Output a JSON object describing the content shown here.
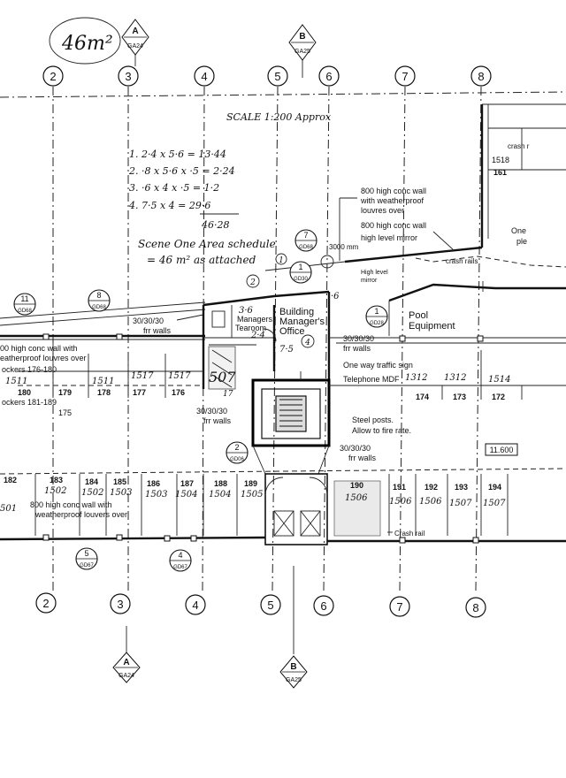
{
  "grids": [
    "2",
    "3",
    "4",
    "5",
    "6",
    "7",
    "8"
  ],
  "section_markers": [
    {
      "letter": "A",
      "sheet": "GA24"
    },
    {
      "letter": "B",
      "sheet": "GA25"
    }
  ],
  "handwritten": {
    "area_corner": "46m²",
    "scale_note": "SCALE 1:200  Approx",
    "calcs": [
      "1. 2·4 x 5·6 = 13·44",
      "2. ·8 x 5·6 x ·5 = 2·24",
      "3. ·6 x 4 x ·5 = 1·2",
      "4. 7·5 x 4 = 29·6"
    ],
    "total": "46·28",
    "schedule_line1": "Scene One Area schedule",
    "schedule_line2": "= 46 m² as attached",
    "circled_num": "1",
    "mark_2": "2",
    "mark_4": "4",
    "dim_36": "3·6",
    "dim_24": "2·4",
    "dim_75": "7·5",
    "dim_6": "·6",
    "room_507": "507",
    "room_17": "17"
  },
  "detail_callouts": [
    {
      "num": "7",
      "sheet": "GD68"
    },
    {
      "num": "1",
      "sheet": "GD30"
    },
    {
      "num": "11",
      "sheet": "GD68"
    },
    {
      "num": "8",
      "sheet": "GD68"
    },
    {
      "num": "1",
      "sheet": "GD28"
    },
    {
      "num": "2",
      "sheet": "GD06"
    },
    {
      "num": "5",
      "sheet": "GD67"
    },
    {
      "num": "4",
      "sheet": "GD67"
    }
  ],
  "notes": {
    "wall_800_louvres": [
      "800 high conc wall",
      "with weatherproof",
      "louvres over"
    ],
    "wall_800_mirror": [
      "800 high conc wall",
      "high level mirror"
    ],
    "dim_3000": "3000 mm",
    "high_level_mirror": [
      "High level",
      "mirror"
    ],
    "crash_rails": "crash rails",
    "crash_rail": "Crash rail",
    "crash_top": "crash r",
    "one_ple": [
      "One",
      "ple"
    ],
    "frr_walls_1": [
      "30/30/30",
      "frr walls"
    ],
    "frr_walls_2": [
      "30/30/30",
      "frr walls"
    ],
    "frr_walls_3": [
      "30/30/30",
      "frr walls"
    ],
    "frr_walls_4": [
      "30/30/30",
      "frr walls"
    ],
    "one_way_sign": "One way traffic sign",
    "telephone_mdf": "Telephone MDF",
    "steel_posts": [
      "Steel posts.",
      "Allow to fire rate."
    ],
    "wall_left_top": [
      "00 high conc wall with",
      "eatherproof louvres over"
    ],
    "lockers_1": "ockers 176-180",
    "lockers_2": "ockers 181-189",
    "wall_bottom": [
      "800 high conc wall with",
      "weatherproof louvers over"
    ],
    "level": "11.600"
  },
  "rooms": {
    "building_manager": [
      "Building",
      "Manager's",
      "Office"
    ],
    "managers_tearoom": [
      "Managers",
      "Tearoom"
    ],
    "pool_equipment": [
      "Pool",
      "Equipment"
    ]
  },
  "bays_top_right": [
    {
      "num": "1518",
      "sub": "161"
    }
  ],
  "bays_upper": [
    {
      "label": "1511",
      "num": "180"
    },
    {
      "label": "",
      "num": "179"
    },
    {
      "label": "1511",
      "num": "178"
    },
    {
      "label": "1517",
      "num": "177"
    },
    {
      "label": "1517",
      "num": "176"
    },
    {
      "label": "1312",
      "num": "174"
    },
    {
      "label": "1312",
      "num": "173"
    },
    {
      "label": "1514",
      "num": "172"
    }
  ],
  "lockers_175": "175",
  "bays_lower": [
    {
      "num": "182",
      "label": "501"
    },
    {
      "num": "183",
      "label": "1502"
    },
    {
      "num": "184",
      "label": "1502"
    },
    {
      "num": "185",
      "label": "1503"
    },
    {
      "num": "186",
      "label": "1503"
    },
    {
      "num": "187",
      "label": "1504"
    },
    {
      "num": "188",
      "label": "1504"
    },
    {
      "num": "189",
      "label": "1505"
    },
    {
      "num": "190",
      "label": "1506"
    },
    {
      "num": "191",
      "label": "1506"
    },
    {
      "num": "192",
      "label": "1506"
    },
    {
      "num": "193",
      "label": "1507"
    },
    {
      "num": "194",
      "label": "1507"
    }
  ]
}
